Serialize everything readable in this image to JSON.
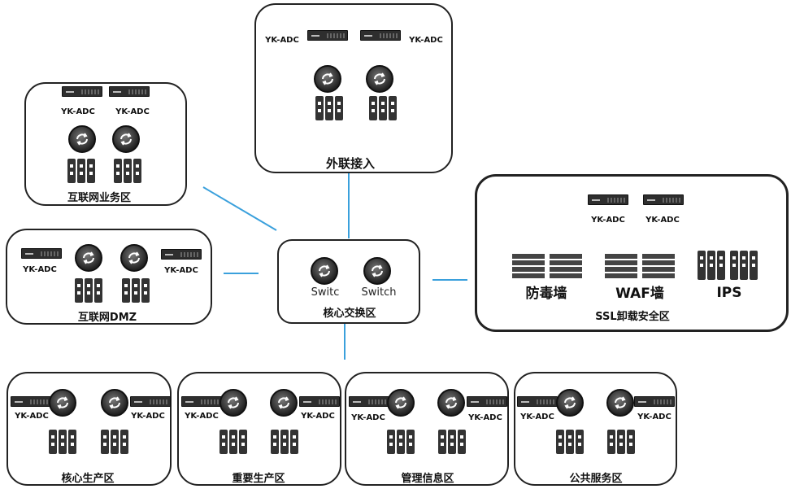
{
  "device_label": "YK-ADC",
  "switch_labels": [
    "Switc",
    "Switch"
  ],
  "zones": {
    "external": "外联接入",
    "internet_business": "互联网业务区",
    "dmz": "互联网DMZ",
    "core_switch": "核心交换区",
    "ssl": "SSL卸载安全区",
    "core_production": "核心生产区",
    "important_production": "重要生产区",
    "management_info": "管理信息区",
    "public_service": "公共服务区"
  },
  "security": {
    "antivirus": "防毒墙",
    "waf": "WAF墙",
    "ips": "IPS"
  },
  "colors": {
    "link": "#3aa0dc",
    "border": "#222222",
    "device": "#2e2e2e"
  }
}
